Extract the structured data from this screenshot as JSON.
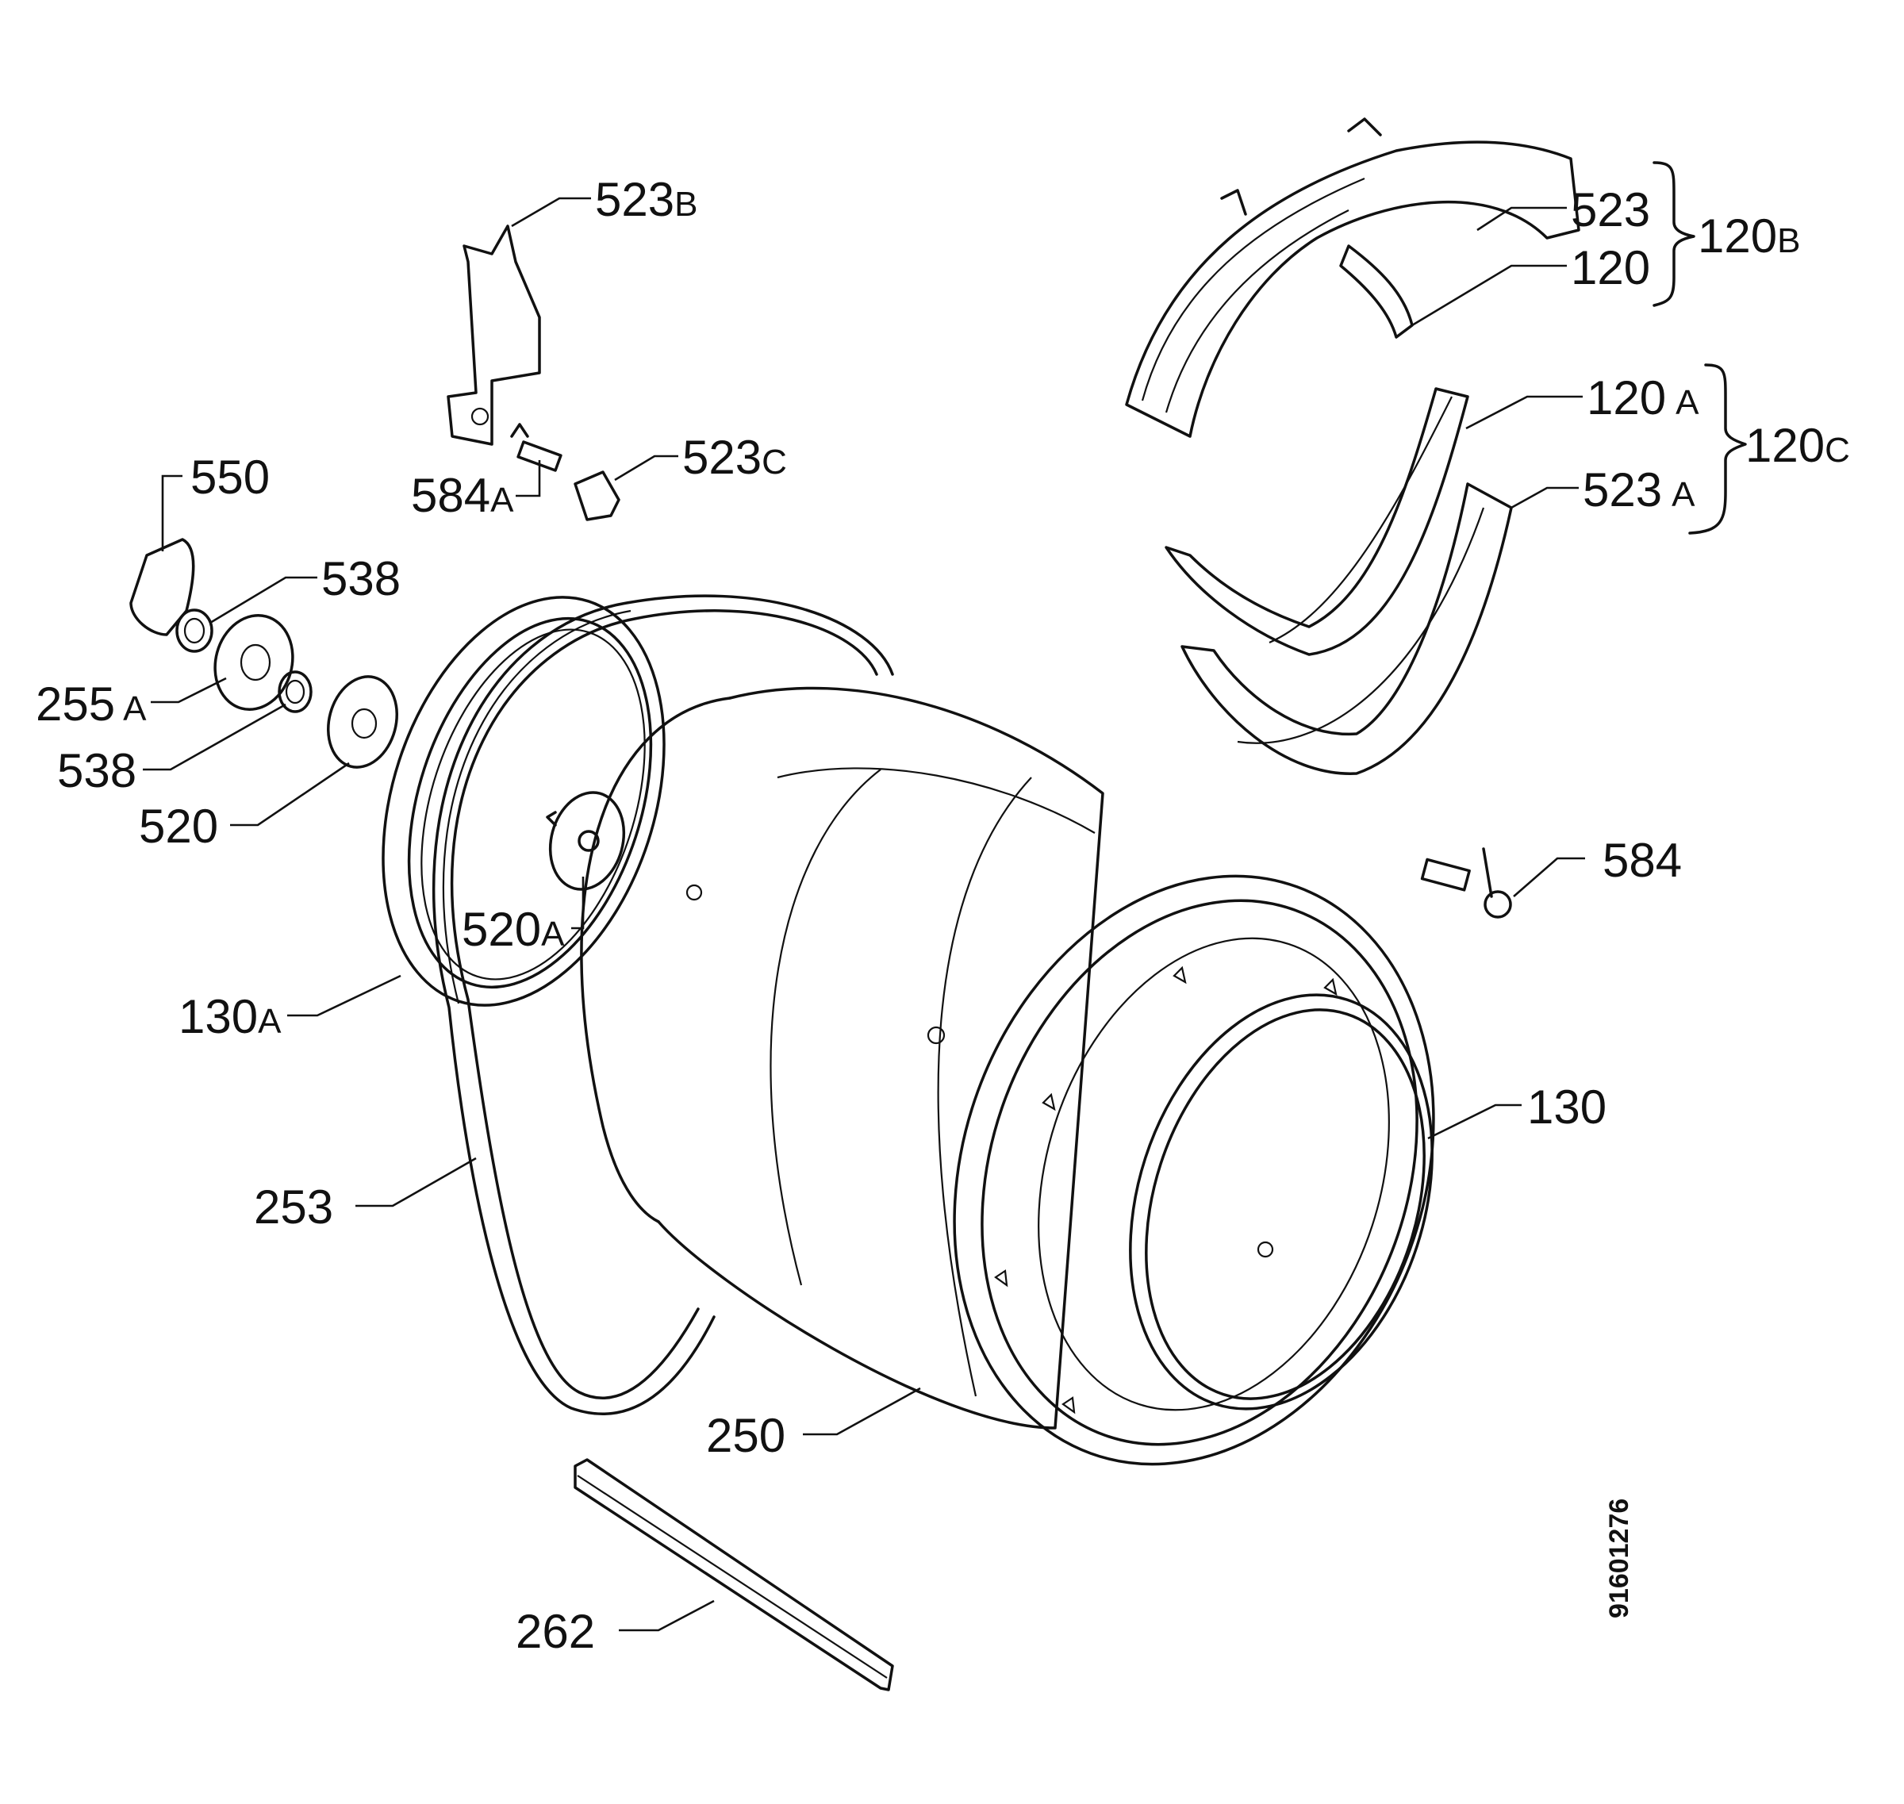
{
  "diagram": {
    "document_number": "91601276",
    "callouts": [
      {
        "id": "c523b",
        "num": "523",
        "suffix": "B"
      },
      {
        "id": "c523",
        "num": "523",
        "suffix": ""
      },
      {
        "id": "c120",
        "num": "120",
        "suffix": ""
      },
      {
        "id": "c120b",
        "num": "120",
        "suffix": "B"
      },
      {
        "id": "c120a",
        "num": "120",
        "suffix": "A"
      },
      {
        "id": "c120c",
        "num": "120",
        "suffix": "C"
      },
      {
        "id": "c523a",
        "num": "523",
        "suffix": "A"
      },
      {
        "id": "c550",
        "num": "550",
        "suffix": ""
      },
      {
        "id": "c538t",
        "num": "538",
        "suffix": ""
      },
      {
        "id": "c584a",
        "num": "584",
        "suffix": "A"
      },
      {
        "id": "c523c",
        "num": "523",
        "suffix": "C"
      },
      {
        "id": "c255a",
        "num": "255",
        "suffix": "A"
      },
      {
        "id": "c538b",
        "num": "538",
        "suffix": ""
      },
      {
        "id": "c520",
        "num": "520",
        "suffix": ""
      },
      {
        "id": "c520a",
        "num": "520",
        "suffix": "A"
      },
      {
        "id": "c584",
        "num": "584",
        "suffix": ""
      },
      {
        "id": "c130a",
        "num": "130",
        "suffix": "A"
      },
      {
        "id": "c130",
        "num": "130",
        "suffix": ""
      },
      {
        "id": "c253",
        "num": "253",
        "suffix": ""
      },
      {
        "id": "c250",
        "num": "250",
        "suffix": ""
      },
      {
        "id": "c262",
        "num": "262",
        "suffix": ""
      }
    ]
  }
}
